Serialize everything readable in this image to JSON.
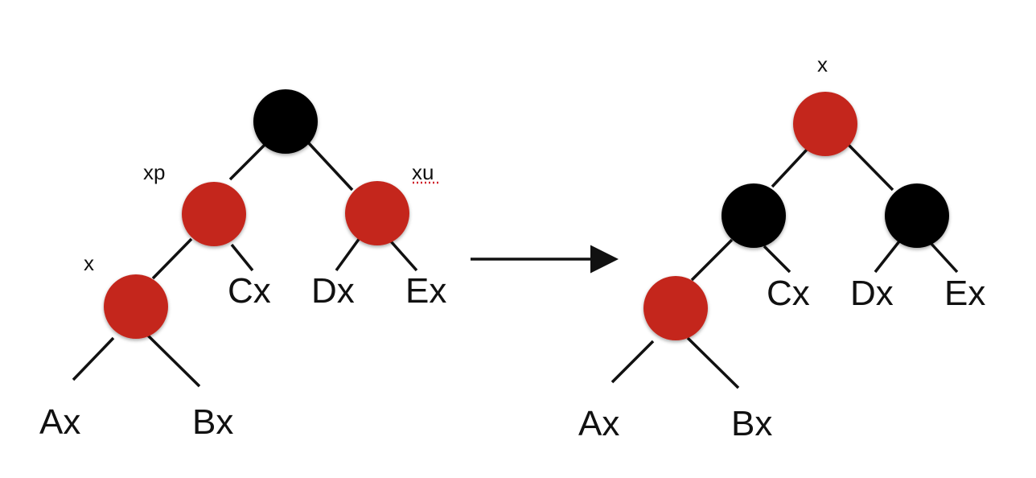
{
  "colors": {
    "red_node": "#c4281d",
    "black_node": "#000000",
    "edge": "#111111",
    "text": "#111111"
  },
  "before": {
    "labels": {
      "xp": "xp",
      "xu": "xu",
      "x": "x",
      "ax": "Ax",
      "bx": "Bx",
      "cx": "Cx",
      "dx": "Dx",
      "ex": "Ex"
    },
    "nodes": {
      "grandparent": "black",
      "parent": "red",
      "uncle": "red",
      "x": "red"
    }
  },
  "after": {
    "labels": {
      "x": "x",
      "ax": "Ax",
      "bx": "Bx",
      "cx": "Cx",
      "dx": "Dx",
      "ex": "Ex"
    },
    "nodes": {
      "grandparent": "red",
      "parent": "black",
      "uncle": "black",
      "x": "red"
    }
  }
}
